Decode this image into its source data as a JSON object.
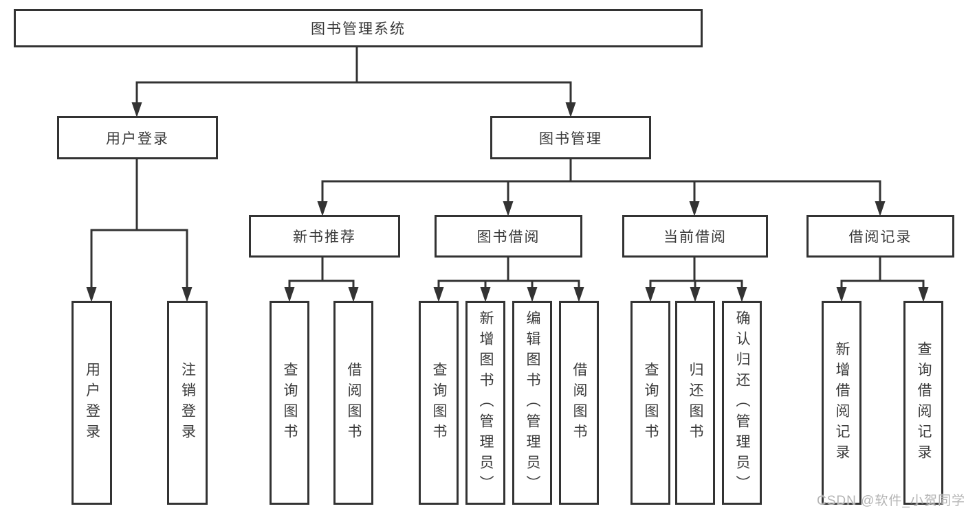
{
  "diagram": {
    "title": "图书管理系统",
    "nodes": [
      {
        "id": "root",
        "label": "图书管理系统",
        "parent": null
      },
      {
        "id": "user-login-branch",
        "label": "用户登录",
        "parent": "root"
      },
      {
        "id": "book-management",
        "label": "图书管理",
        "parent": "root"
      },
      {
        "id": "new-book-recommend",
        "label": "新书推荐",
        "parent": "book-management"
      },
      {
        "id": "book-borrow",
        "label": "图书借阅",
        "parent": "book-management"
      },
      {
        "id": "current-borrow",
        "label": "当前借阅",
        "parent": "book-management"
      },
      {
        "id": "borrow-record",
        "label": "借阅记录",
        "parent": "book-management"
      },
      {
        "id": "leaf-user-login",
        "label": "用户登录",
        "parent": "user-login-branch"
      },
      {
        "id": "leaf-logout",
        "label": "注销登录",
        "parent": "user-login-branch"
      },
      {
        "id": "leaf-query-book-1",
        "label": "查询图书",
        "parent": "new-book-recommend"
      },
      {
        "id": "leaf-borrow-book-1",
        "label": "借阅图书",
        "parent": "new-book-recommend"
      },
      {
        "id": "leaf-query-book-2",
        "label": "查询图书",
        "parent": "book-borrow"
      },
      {
        "id": "leaf-add-book",
        "label": "新增图书（管理员）",
        "parent": "book-borrow"
      },
      {
        "id": "leaf-edit-book",
        "label": "编辑图书（管理员）",
        "parent": "book-borrow"
      },
      {
        "id": "leaf-borrow-book-2",
        "label": "借阅图书",
        "parent": "book-borrow"
      },
      {
        "id": "leaf-query-book-3",
        "label": "查询图书",
        "parent": "current-borrow"
      },
      {
        "id": "leaf-return-book",
        "label": "归还图书",
        "parent": "current-borrow"
      },
      {
        "id": "leaf-confirm-return",
        "label": "确认归还（管理员）",
        "parent": "current-borrow"
      },
      {
        "id": "leaf-add-record",
        "label": "新增借阅记录",
        "parent": "borrow-record"
      },
      {
        "id": "leaf-query-record",
        "label": "查询借阅记录",
        "parent": "borrow-record"
      }
    ]
  },
  "watermark": {
    "text": "CSDN @软件_小贺同学"
  },
  "colors": {
    "line": "#333333",
    "text": "#3a3a3a",
    "watermark": "#b4b4b4",
    "background": "#ffffff"
  }
}
